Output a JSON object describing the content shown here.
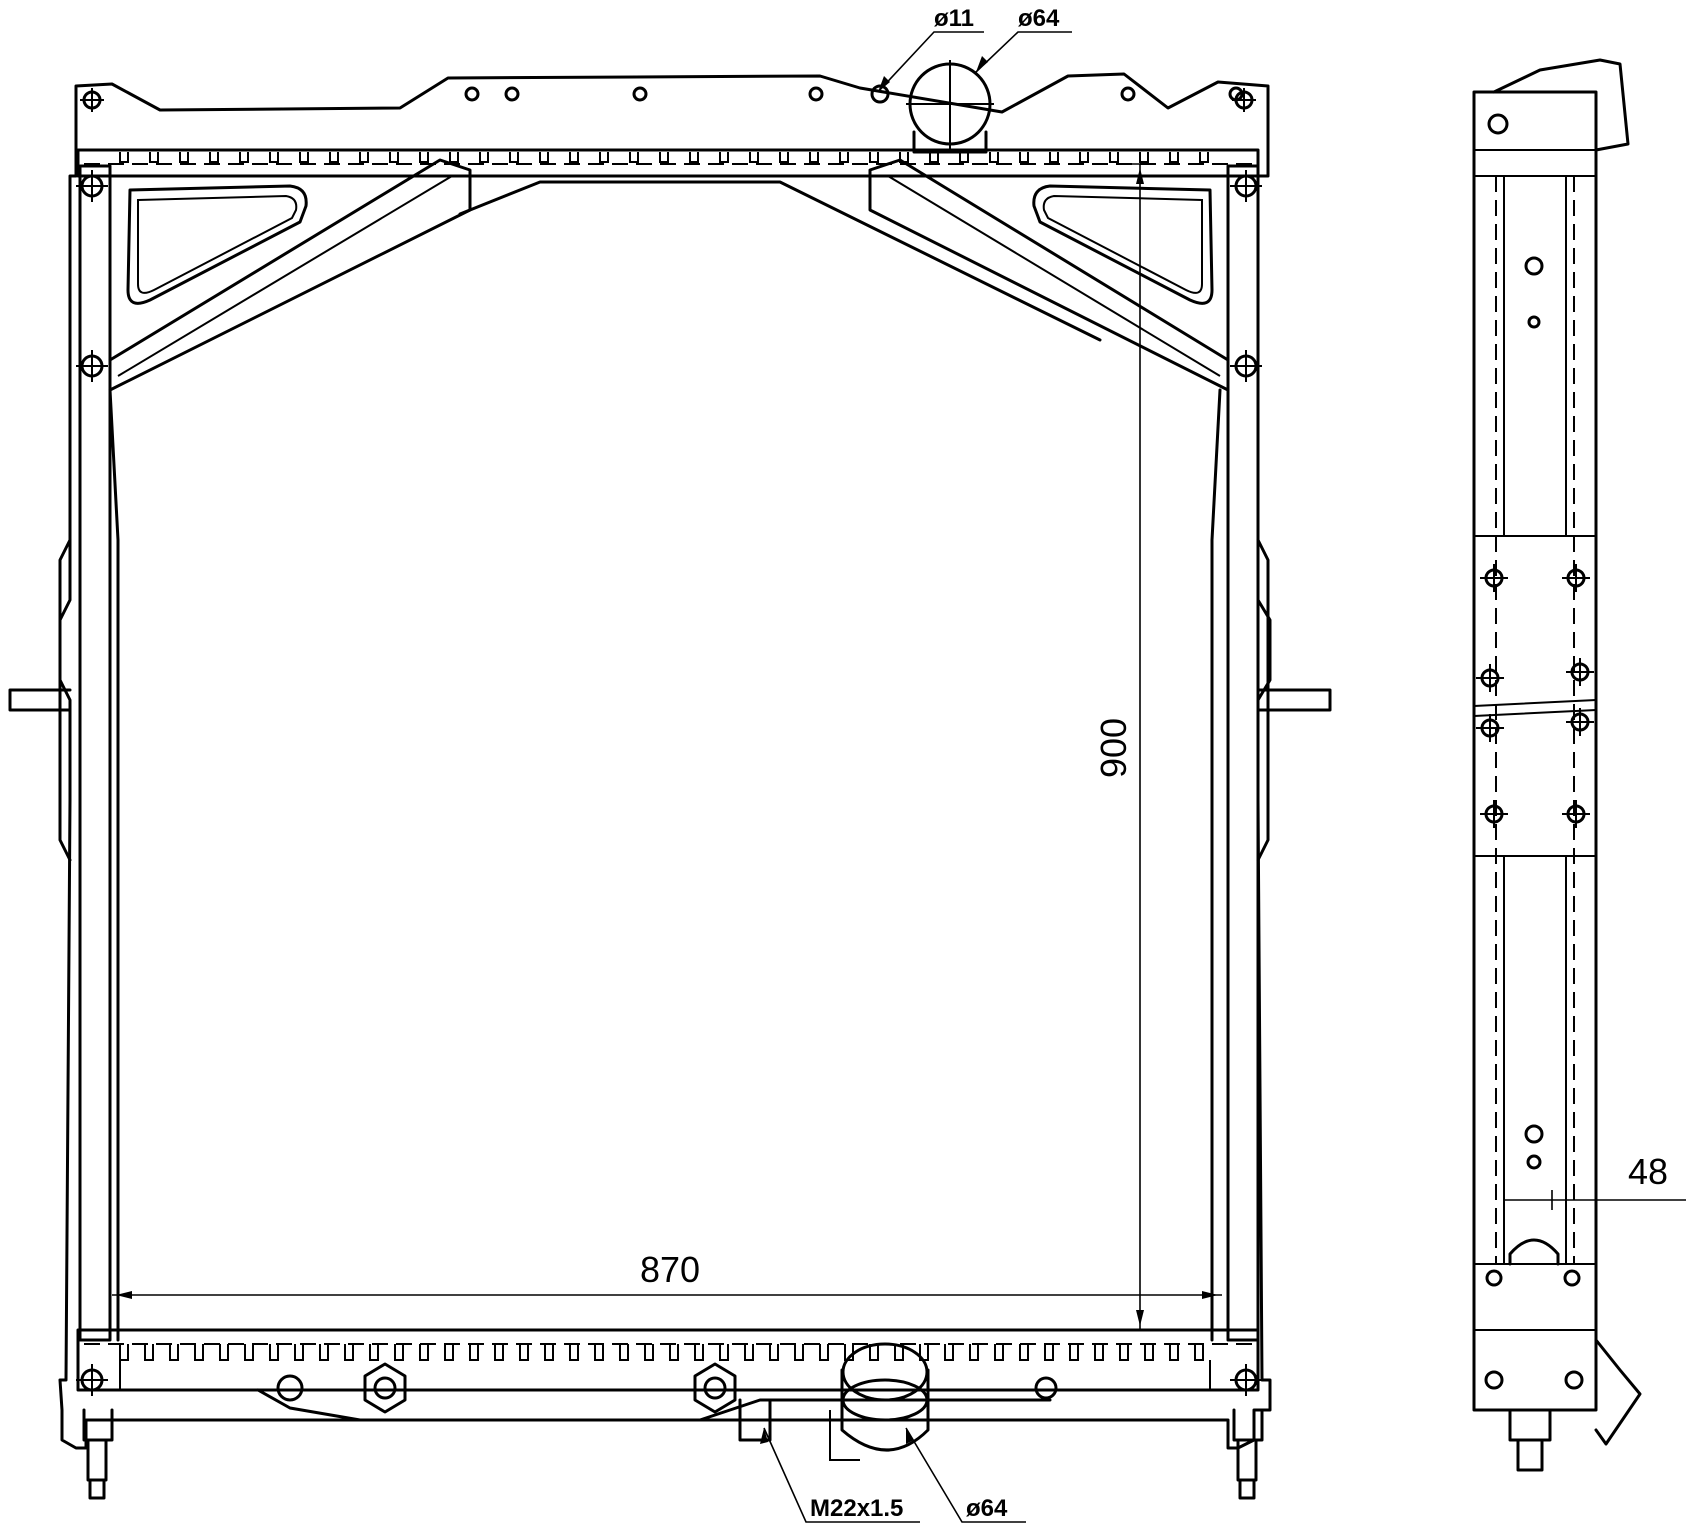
{
  "dimensions": {
    "height": "900",
    "width": "870",
    "depth": "48"
  },
  "callouts": {
    "top_small_port": "ø11",
    "top_port": "ø64",
    "bottom_thread": "M22x1.5",
    "bottom_port": "ø64"
  },
  "colors": {
    "line": "#000000",
    "background": "#ffffff"
  }
}
